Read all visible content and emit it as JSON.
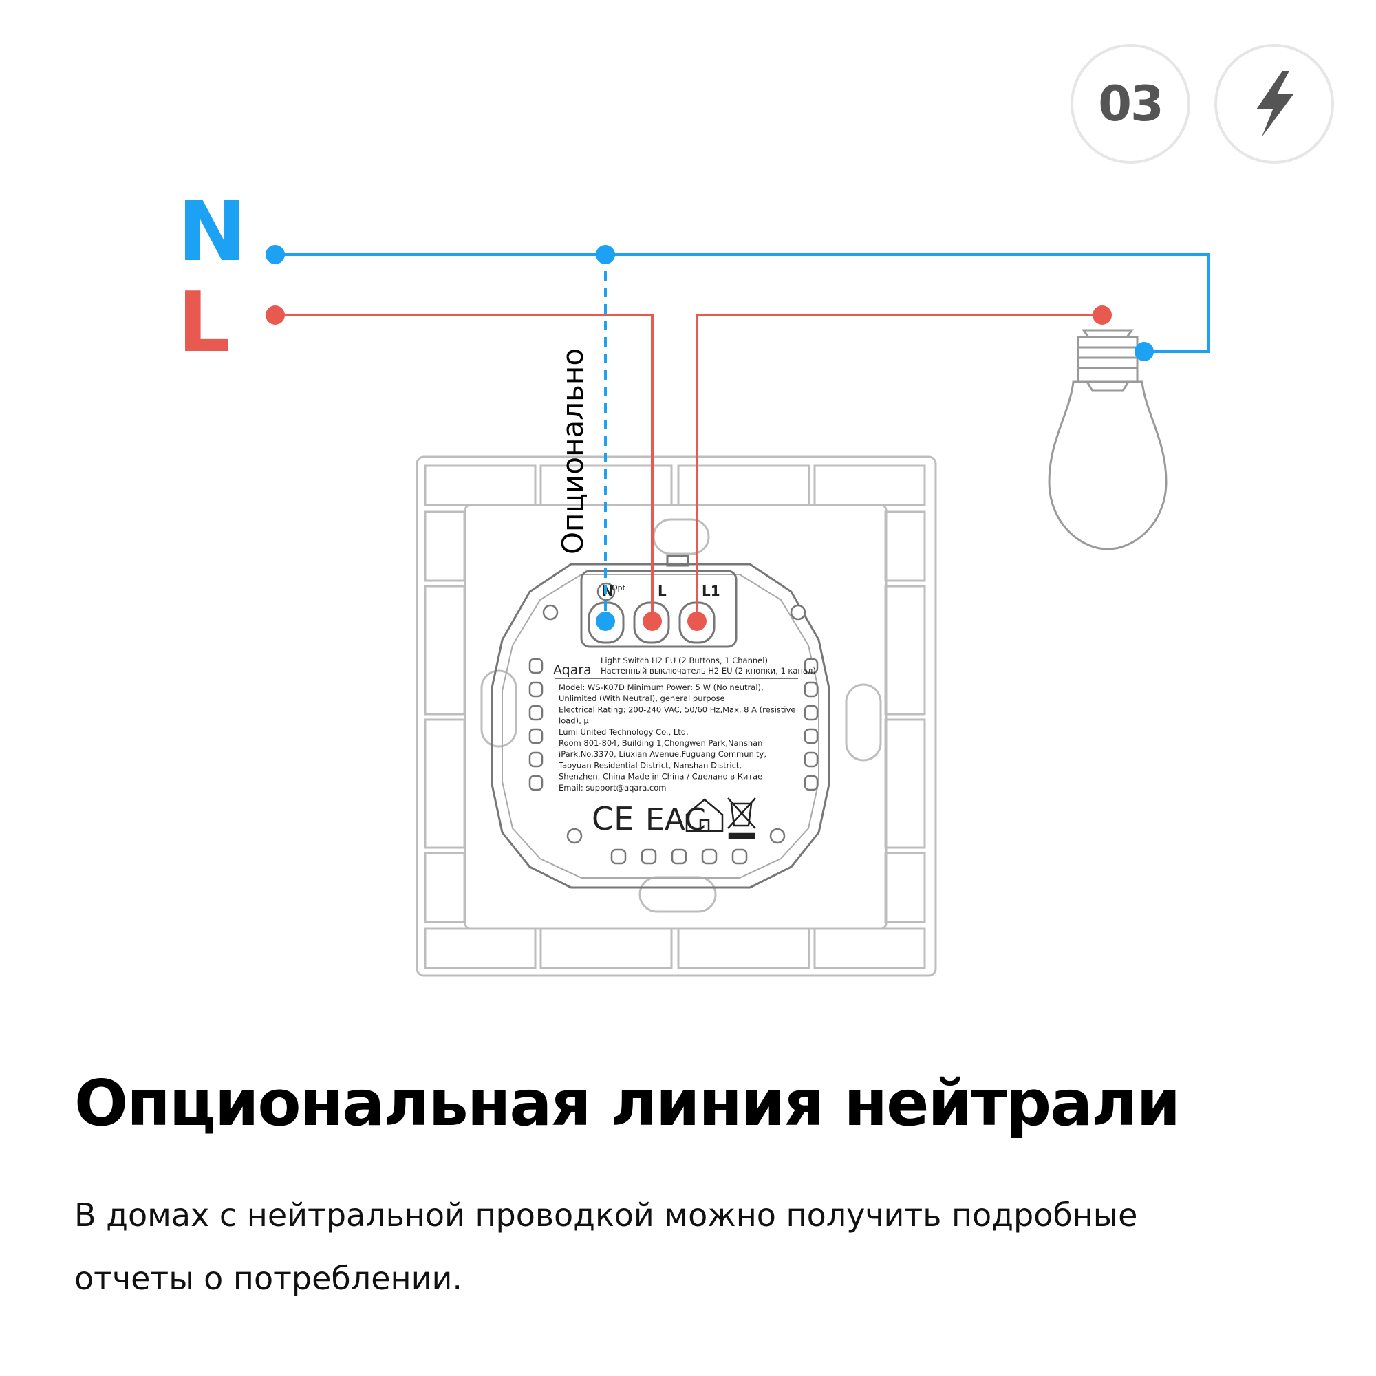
{
  "badge": {
    "step": "03",
    "icon": "lightning-bolt-icon"
  },
  "wiring": {
    "neutral_label": "N",
    "live_label": "L",
    "optional_label": "Опционально",
    "colors": {
      "neutral": "#1da1f2",
      "live": "#e85a50",
      "outline": "#bdbdbd"
    }
  },
  "device": {
    "terminals": {
      "n": "N",
      "n_sub": "Opt",
      "l": "L",
      "l1": "L1"
    },
    "brand": "Aqara",
    "title_en": "Light Switch H2 EU (2 Buttons, 1 Channel)",
    "title_ru": "Настенный выключатель H2 EU (2 кнопки, 1 канал)",
    "spec_lines": [
      "Model: WS-K07D    Minimum Power: 5 W (No neutral),",
      "Unlimited (With Neutral), general purpose",
      "Electrical Rating: 200-240 VAC, 50/60 Hz,Max. 8 A (resistive",
      "load), μ",
      "Lumi United Technology Co., Ltd.",
      "Room 801-804, Building 1,Chongwen Park,Nanshan",
      "iPark,No.3370, Liuxian Avenue,Fuguang Community,",
      "Taoyuan Residential District, Nanshan District,",
      "Shenzhen, China              Made in China / Сделано в Китае",
      "Email: support@aqara.com"
    ],
    "marks": {
      "ce": "CE",
      "eac": "EAC"
    }
  },
  "headline": "Опциональная линия нейтрали",
  "description": "В домах с нейтральной проводкой можно получить подробные отчеты о потреблении."
}
